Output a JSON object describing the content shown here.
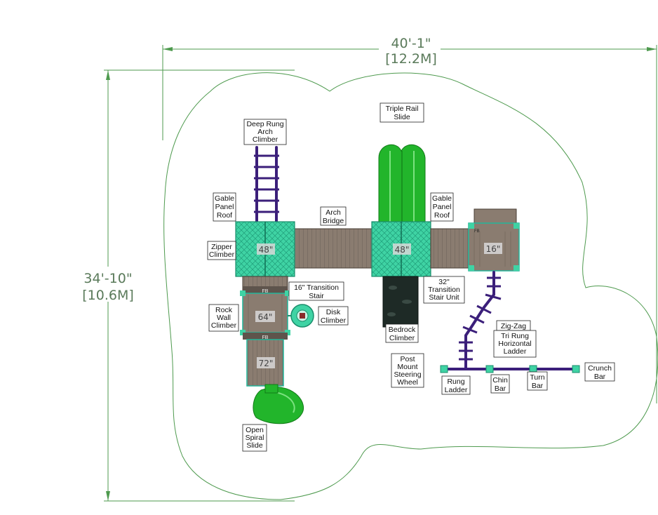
{
  "dimensions": {
    "width_ft": "40'-1\"",
    "width_m": "[12.2M]",
    "height_ft": "34'-10\"",
    "height_m": "[10.6M]"
  },
  "deck_sizes": {
    "left_tower": "48\"",
    "center_tower": "48\"",
    "right_deck": "16\"",
    "mid_deck": "64\"",
    "low_deck": "72\""
  },
  "deck_marks": {
    "fb_upper": "FB",
    "fb_lower": "FB",
    "fb_right": "FB"
  },
  "labels": {
    "deep_rung": [
      "Deep Rung",
      "Arch",
      "Climber"
    ],
    "triple_rail": [
      "Triple Rail",
      "Slide"
    ],
    "gable_left": [
      "Gable",
      "Panel",
      "Roof"
    ],
    "arch_bridge": [
      "Arch",
      "Bridge"
    ],
    "gable_right": [
      "Gable",
      "Panel",
      "Roof"
    ],
    "zipper": [
      "Zipper",
      "Climber"
    ],
    "transition16": [
      "16\" Transition",
      "Stair"
    ],
    "transition32": [
      "32\"",
      "Transition",
      "Stair Unit"
    ],
    "rock_wall": [
      "Rock",
      "Wall",
      "Climber"
    ],
    "disk": [
      "Disk",
      "Climber"
    ],
    "bedrock": [
      "Bedrock",
      "Climber"
    ],
    "zigzag": [
      "Zig-Zag"
    ],
    "tri_rung": [
      "Tri Rung",
      "Horizontal",
      "Ladder"
    ],
    "post_mount": [
      "Post",
      "Mount",
      "Steering",
      "Wheel"
    ],
    "crunch": [
      "Crunch",
      "Bar"
    ],
    "rung_ladder": [
      "Rung",
      "Ladder"
    ],
    "chin": [
      "Chin",
      "Bar"
    ],
    "turn": [
      "Turn",
      "Bar"
    ],
    "spiral": [
      "Open",
      "Spiral",
      "Slide"
    ]
  },
  "colors": {
    "deck_brown": "#8a7c70",
    "roof_teal": "#3fd3a4",
    "slide_green": "#22b52b",
    "bar_purple": "#3b1f7a",
    "dimension_green": "#5a7a5a",
    "safety_zone": "#4e9a4e"
  }
}
